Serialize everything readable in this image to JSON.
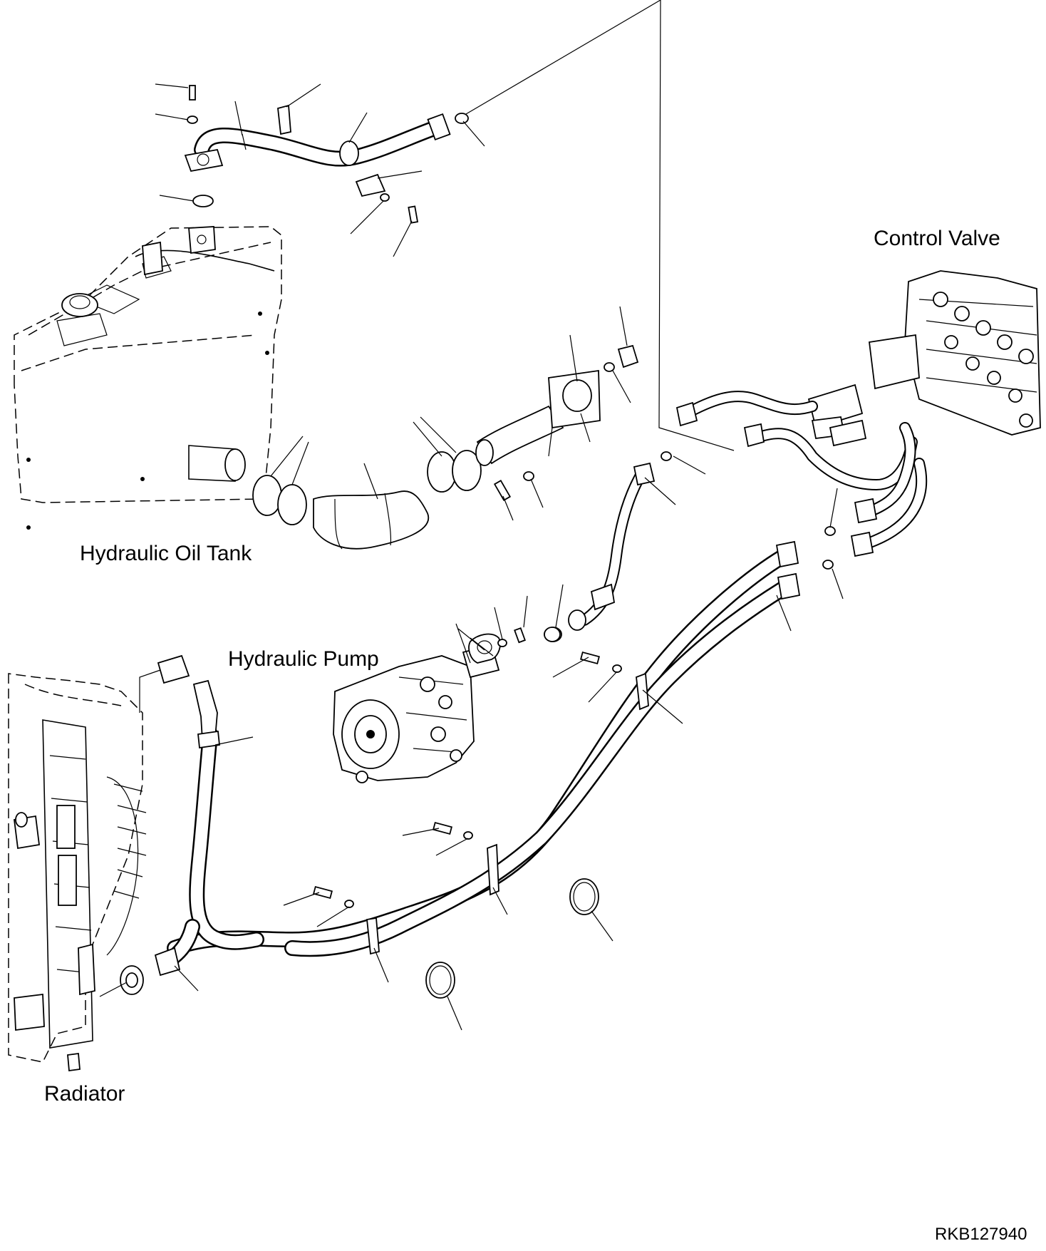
{
  "labels": {
    "control_valve": "Control Valve",
    "hydraulic_oil_tank": "Hydraulic Oil Tank",
    "hydraulic_pump": "Hydraulic Pump",
    "radiator": "Radiator",
    "drawing_code": "RKB127940"
  },
  "colors": {
    "ink": "#000000",
    "paper": "#ffffff"
  }
}
